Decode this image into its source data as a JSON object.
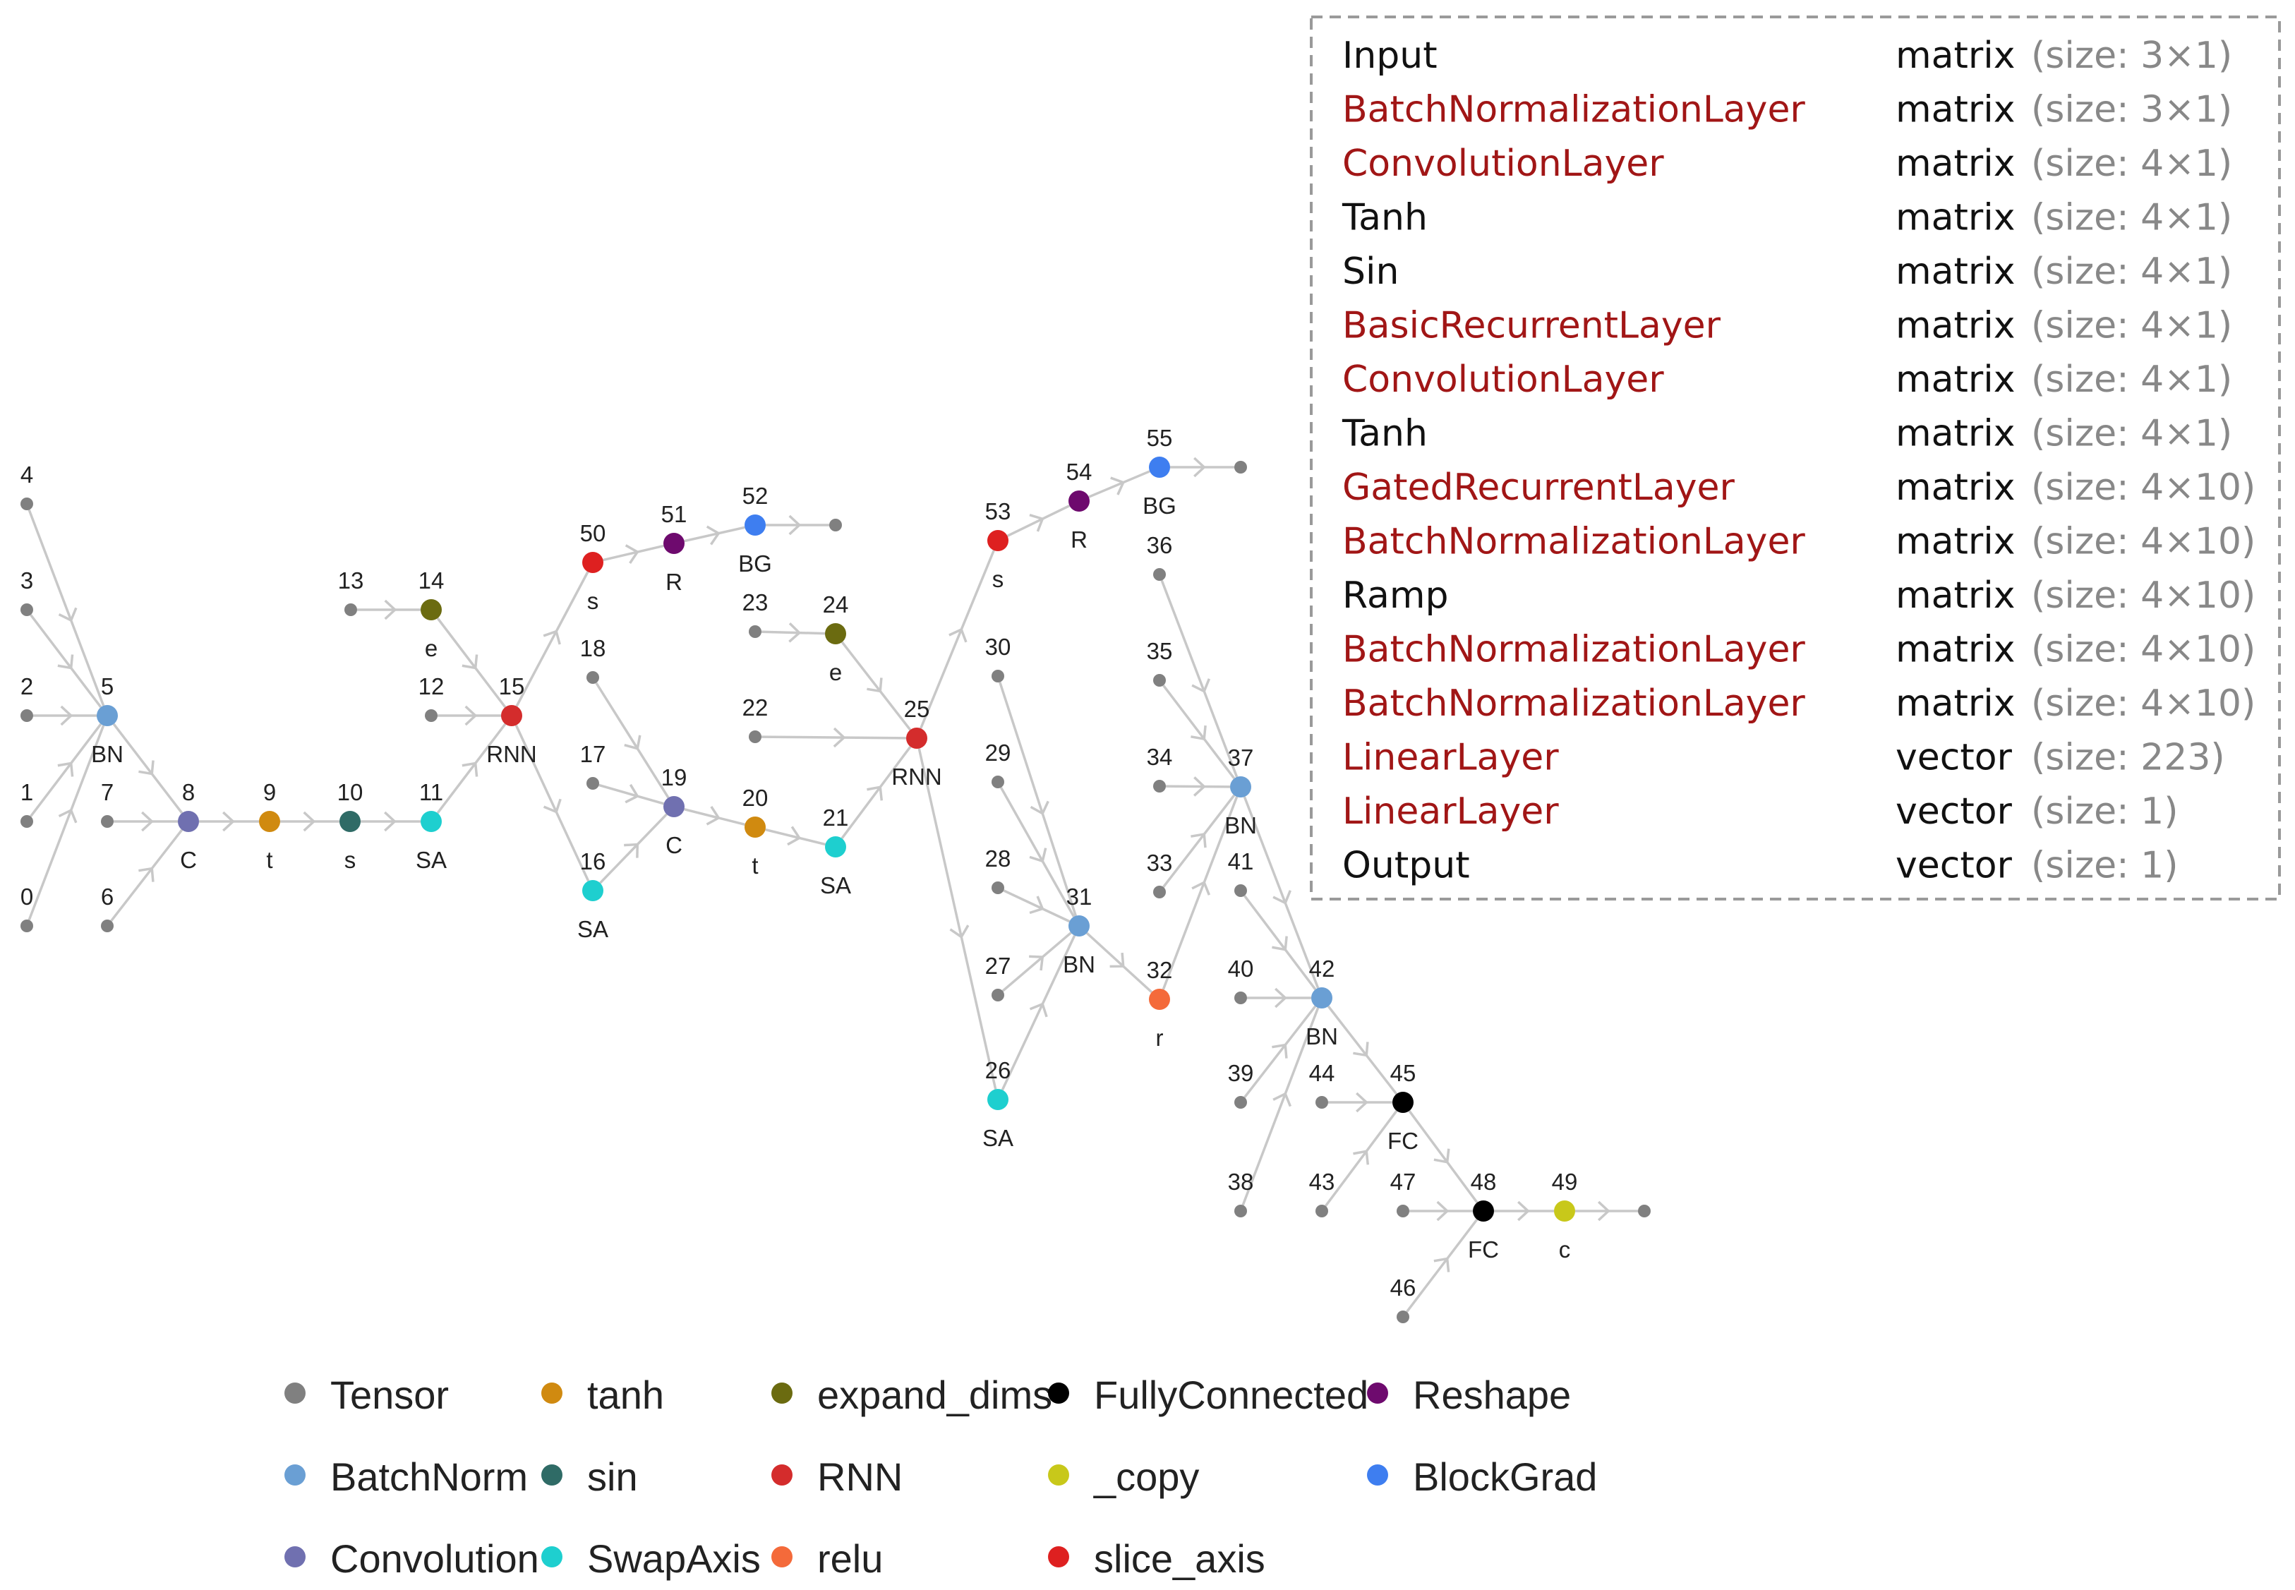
{
  "colors": {
    "Tensor": "#808080",
    "BatchNorm": "#6a9fd4",
    "Convolution": "#7070b0",
    "tanh": "#d08a10",
    "sin": "#2f6b66",
    "SwapAxis": "#1ecfcf",
    "expand_dims": "#6b6b10",
    "RNN": "#d42c2c",
    "relu": "#f46a3a",
    "FullyConnected": "#000000",
    "_copy": "#c8c81a",
    "Reshape": "#6e0a6e",
    "BlockGrad": "#3e7ef0",
    "slice_axis": "#de2020",
    "name_normal": "#111111",
    "name_layer": "#a11616"
  },
  "graph": {
    "nodes": [
      {
        "id": "0",
        "type": "Tensor",
        "label": ""
      },
      {
        "id": "1",
        "type": "Tensor",
        "label": ""
      },
      {
        "id": "2",
        "type": "Tensor",
        "label": ""
      },
      {
        "id": "3",
        "type": "Tensor",
        "label": ""
      },
      {
        "id": "4",
        "type": "Tensor",
        "label": ""
      },
      {
        "id": "5",
        "type": "BatchNorm",
        "label": "BN"
      },
      {
        "id": "6",
        "type": "Tensor",
        "label": ""
      },
      {
        "id": "7",
        "type": "Tensor",
        "label": ""
      },
      {
        "id": "8",
        "type": "Convolution",
        "label": "C"
      },
      {
        "id": "9",
        "type": "tanh",
        "label": "t"
      },
      {
        "id": "10",
        "type": "sin",
        "label": "s"
      },
      {
        "id": "11",
        "type": "SwapAxis",
        "label": "SA"
      },
      {
        "id": "12",
        "type": "Tensor",
        "label": ""
      },
      {
        "id": "13",
        "type": "Tensor",
        "label": ""
      },
      {
        "id": "14",
        "type": "expand_dims",
        "label": "e"
      },
      {
        "id": "15",
        "type": "RNN",
        "label": "RNN"
      },
      {
        "id": "16",
        "type": "SwapAxis",
        "label": "SA"
      },
      {
        "id": "17",
        "type": "Tensor",
        "label": ""
      },
      {
        "id": "18",
        "type": "Tensor",
        "label": ""
      },
      {
        "id": "19",
        "type": "Convolution",
        "label": "C"
      },
      {
        "id": "20",
        "type": "tanh",
        "label": "t"
      },
      {
        "id": "21",
        "type": "SwapAxis",
        "label": "SA"
      },
      {
        "id": "22",
        "type": "Tensor",
        "label": ""
      },
      {
        "id": "23",
        "type": "Tensor",
        "label": ""
      },
      {
        "id": "24",
        "type": "expand_dims",
        "label": "e"
      },
      {
        "id": "25",
        "type": "RNN",
        "label": "RNN"
      },
      {
        "id": "26",
        "type": "SwapAxis",
        "label": "SA"
      },
      {
        "id": "27",
        "type": "Tensor",
        "label": ""
      },
      {
        "id": "28",
        "type": "Tensor",
        "label": ""
      },
      {
        "id": "29",
        "type": "Tensor",
        "label": ""
      },
      {
        "id": "30",
        "type": "Tensor",
        "label": ""
      },
      {
        "id": "31",
        "type": "BatchNorm",
        "label": "BN"
      },
      {
        "id": "32",
        "type": "relu",
        "label": "r"
      },
      {
        "id": "33",
        "type": "Tensor",
        "label": ""
      },
      {
        "id": "34",
        "type": "Tensor",
        "label": ""
      },
      {
        "id": "35",
        "type": "Tensor",
        "label": ""
      },
      {
        "id": "36",
        "type": "Tensor",
        "label": ""
      },
      {
        "id": "37",
        "type": "BatchNorm",
        "label": "BN"
      },
      {
        "id": "38",
        "type": "Tensor",
        "label": ""
      },
      {
        "id": "39",
        "type": "Tensor",
        "label": ""
      },
      {
        "id": "40",
        "type": "Tensor",
        "label": ""
      },
      {
        "id": "41",
        "type": "Tensor",
        "label": ""
      },
      {
        "id": "42",
        "type": "BatchNorm",
        "label": "BN"
      },
      {
        "id": "43",
        "type": "Tensor",
        "label": ""
      },
      {
        "id": "44",
        "type": "Tensor",
        "label": ""
      },
      {
        "id": "45",
        "type": "FullyConnected",
        "label": "FC"
      },
      {
        "id": "46",
        "type": "Tensor",
        "label": ""
      },
      {
        "id": "47",
        "type": "Tensor",
        "label": ""
      },
      {
        "id": "48",
        "type": "FullyConnected",
        "label": "FC"
      },
      {
        "id": "49",
        "type": "_copy",
        "label": "c"
      },
      {
        "id": "50",
        "type": "slice_axis",
        "label": "s"
      },
      {
        "id": "51",
        "type": "Reshape",
        "label": "R"
      },
      {
        "id": "52",
        "type": "BlockGrad",
        "label": "BG"
      },
      {
        "id": "53",
        "type": "slice_axis",
        "label": "s"
      },
      {
        "id": "54",
        "type": "Reshape",
        "label": "R"
      },
      {
        "id": "55",
        "type": "BlockGrad",
        "label": "BG"
      },
      {
        "id": "out52",
        "type": "Tensor",
        "label": ""
      },
      {
        "id": "out55",
        "type": "Tensor",
        "label": ""
      },
      {
        "id": "out49",
        "type": "Tensor",
        "label": ""
      }
    ],
    "edges": [
      [
        "4",
        "5"
      ],
      [
        "3",
        "5"
      ],
      [
        "2",
        "5"
      ],
      [
        "1",
        "5"
      ],
      [
        "0",
        "5"
      ],
      [
        "5",
        "8"
      ],
      [
        "7",
        "8"
      ],
      [
        "6",
        "8"
      ],
      [
        "8",
        "9"
      ],
      [
        "9",
        "10"
      ],
      [
        "10",
        "11"
      ],
      [
        "11",
        "15"
      ],
      [
        "12",
        "15"
      ],
      [
        "13",
        "14"
      ],
      [
        "14",
        "15"
      ],
      [
        "15",
        "50"
      ],
      [
        "50",
        "51"
      ],
      [
        "51",
        "52"
      ],
      [
        "52",
        "out52"
      ],
      [
        "15",
        "16"
      ],
      [
        "16",
        "19"
      ],
      [
        "17",
        "19"
      ],
      [
        "18",
        "19"
      ],
      [
        "19",
        "20"
      ],
      [
        "20",
        "21"
      ],
      [
        "21",
        "25"
      ],
      [
        "23",
        "24"
      ],
      [
        "24",
        "25"
      ],
      [
        "22",
        "25"
      ],
      [
        "25",
        "53"
      ],
      [
        "53",
        "54"
      ],
      [
        "54",
        "55"
      ],
      [
        "55",
        "out55"
      ],
      [
        "25",
        "26"
      ],
      [
        "26",
        "31"
      ],
      [
        "27",
        "31"
      ],
      [
        "28",
        "31"
      ],
      [
        "29",
        "31"
      ],
      [
        "30",
        "31"
      ],
      [
        "31",
        "32"
      ],
      [
        "32",
        "37"
      ],
      [
        "33",
        "37"
      ],
      [
        "34",
        "37"
      ],
      [
        "35",
        "37"
      ],
      [
        "36",
        "37"
      ],
      [
        "37",
        "42"
      ],
      [
        "41",
        "42"
      ],
      [
        "40",
        "42"
      ],
      [
        "39",
        "42"
      ],
      [
        "38",
        "42"
      ],
      [
        "42",
        "45"
      ],
      [
        "44",
        "45"
      ],
      [
        "43",
        "45"
      ],
      [
        "45",
        "48"
      ],
      [
        "47",
        "48"
      ],
      [
        "46",
        "48"
      ],
      [
        "48",
        "49"
      ],
      [
        "49",
        "out49"
      ]
    ]
  },
  "legend": [
    {
      "label": "Tensor",
      "type": "Tensor"
    },
    {
      "label": "tanh",
      "type": "tanh"
    },
    {
      "label": "expand_dims",
      "type": "expand_dims"
    },
    {
      "label": "FullyConnected",
      "type": "FullyConnected"
    },
    {
      "label": "Reshape",
      "type": "Reshape"
    },
    {
      "label": "BatchNorm",
      "type": "BatchNorm"
    },
    {
      "label": "sin",
      "type": "sin"
    },
    {
      "label": "RNN",
      "type": "RNN"
    },
    {
      "label": "_copy",
      "type": "_copy"
    },
    {
      "label": "BlockGrad",
      "type": "BlockGrad"
    },
    {
      "label": "Convolution",
      "type": "Convolution"
    },
    {
      "label": "SwapAxis",
      "type": "SwapAxis"
    },
    {
      "label": "relu",
      "type": "relu"
    },
    {
      "label": "slice_axis",
      "type": "slice_axis"
    }
  ],
  "table": {
    "rows": [
      {
        "name": "Input",
        "layer": false,
        "kind": "matrix",
        "size": "(size: 3×1)"
      },
      {
        "name": "BatchNormalizationLayer",
        "layer": true,
        "kind": "matrix",
        "size": "(size: 3×1)"
      },
      {
        "name": "ConvolutionLayer",
        "layer": true,
        "kind": "matrix",
        "size": "(size: 4×1)"
      },
      {
        "name": "Tanh",
        "layer": false,
        "kind": "matrix",
        "size": "(size: 4×1)"
      },
      {
        "name": "Sin",
        "layer": false,
        "kind": "matrix",
        "size": "(size: 4×1)"
      },
      {
        "name": "BasicRecurrentLayer",
        "layer": true,
        "kind": "matrix",
        "size": "(size: 4×1)"
      },
      {
        "name": "ConvolutionLayer",
        "layer": true,
        "kind": "matrix",
        "size": "(size: 4×1)"
      },
      {
        "name": "Tanh",
        "layer": false,
        "kind": "matrix",
        "size": "(size: 4×1)"
      },
      {
        "name": "GatedRecurrentLayer",
        "layer": true,
        "kind": "matrix",
        "size": "(size: 4×10)"
      },
      {
        "name": "BatchNormalizationLayer",
        "layer": true,
        "kind": "matrix",
        "size": "(size: 4×10)"
      },
      {
        "name": "Ramp",
        "layer": false,
        "kind": "matrix",
        "size": "(size: 4×10)"
      },
      {
        "name": "BatchNormalizationLayer",
        "layer": true,
        "kind": "matrix",
        "size": "(size: 4×10)"
      },
      {
        "name": "BatchNormalizationLayer",
        "layer": true,
        "kind": "matrix",
        "size": "(size: 4×10)"
      },
      {
        "name": "LinearLayer",
        "layer": true,
        "kind": "vector",
        "size": "(size: 223)"
      },
      {
        "name": "LinearLayer",
        "layer": true,
        "kind": "vector",
        "size": "(size: 1)"
      },
      {
        "name": "Output",
        "layer": false,
        "kind": "vector",
        "size": "(size: 1)"
      }
    ]
  }
}
